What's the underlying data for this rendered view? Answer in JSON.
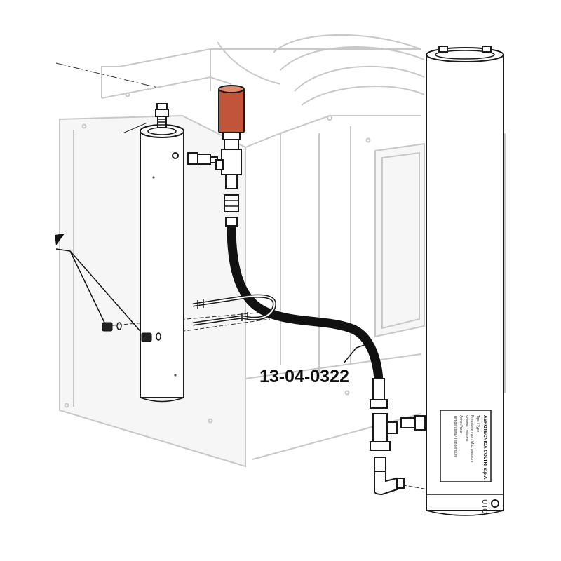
{
  "part_number": "13-04-0322",
  "nameplate": {
    "brand": "AEROTECNICA COLTRI S.p.A.",
    "lines": [
      "Tipo / Type",
      "Pressione max / Max pressure",
      "Volume / Volume",
      "Anno / Year",
      "Temperatura / Temperature"
    ]
  },
  "outlet_marking": "UTO",
  "colors": {
    "filter_cartridge": "#c2543a",
    "hose": "#111111",
    "outline": "#1a1a1a",
    "background_machine": "#c8c8c8"
  }
}
